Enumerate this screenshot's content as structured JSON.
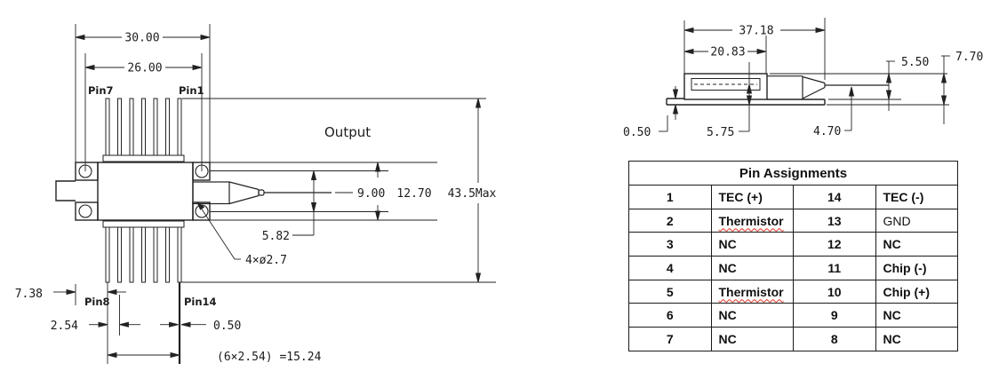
{
  "top_view": {
    "dim_width_outer": "30.00",
    "dim_width_holes": "26.00",
    "label_pin7": "Pin7",
    "label_pin1": "Pin1",
    "label_output": "Output",
    "dim_hole_span": "9.00",
    "dim_flange_width": "12.70",
    "dim_overall_max": "43.5Max",
    "dim_fiber_offset": "5.82",
    "label_holes": "4×ø2.7",
    "dim_pin_offset": "7.38",
    "label_pin8": "Pin8",
    "label_pin14": "Pin14",
    "dim_pin_pitch": "2.54",
    "dim_pin_width": "0.50",
    "dim_pitch_total": "(6×2.54) =15.24"
  },
  "side_view": {
    "dim_length": "37.18",
    "dim_body_length": "20.83",
    "dim_height_top": "5.50",
    "dim_height_overall": "7.70",
    "dim_base_thickness": "0.50",
    "dim_lead_height": "5.75",
    "dim_fiber_height": "4.70"
  },
  "pin_table": {
    "title": "Pin Assignments",
    "rows": [
      {
        "pin_left": "1",
        "func_left": "TEC (+)",
        "pin_right": "14",
        "func_right": "TEC (-)"
      },
      {
        "pin_left": "2",
        "func_left": "Thermistor",
        "pin_right": "13",
        "func_right": "GND"
      },
      {
        "pin_left": "3",
        "func_left": "NC",
        "pin_right": "12",
        "func_right": "NC"
      },
      {
        "pin_left": "4",
        "func_left": "NC",
        "pin_right": "11",
        "func_right": "Chip (-)"
      },
      {
        "pin_left": "5",
        "func_left": "Thermistor",
        "pin_right": "10",
        "func_right": "Chip (+)"
      },
      {
        "pin_left": "6",
        "func_left": "NC",
        "pin_right": "9",
        "func_right": "NC"
      },
      {
        "pin_left": "7",
        "func_left": "NC",
        "pin_right": "8",
        "func_right": "NC"
      }
    ]
  }
}
